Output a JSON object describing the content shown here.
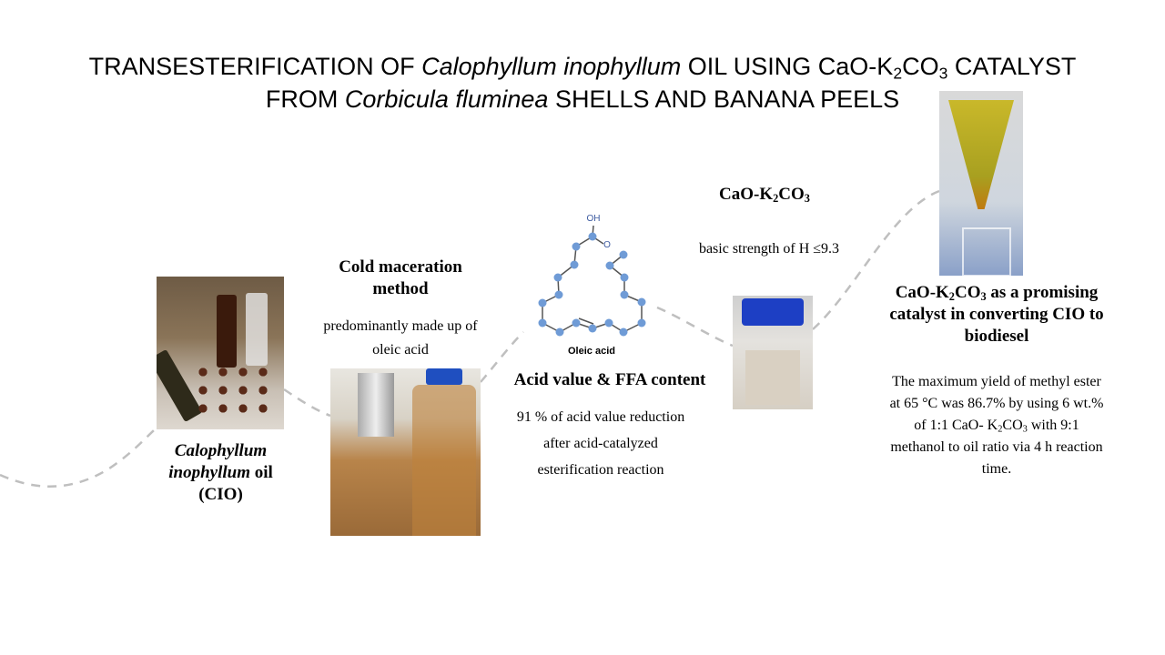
{
  "title": {
    "l1_a": "TRANSESTERIFICATION OF ",
    "l1_italic": "Calophyllum  inophyllum",
    "l1_b": "  OIL USING CaO-K",
    "l1_sub1": "2",
    "l1_c": "CO",
    "l1_sub2": "3",
    "l1_d": " CATALYST",
    "l2_a": "FROM ",
    "l2_italic": "Corbicula fluminea",
    "l2_b": " SHELLS AND BANANA PEELS"
  },
  "cio": {
    "italic": "Calophyllum inophyllum",
    "rest": " oil",
    "abbr": "(CIO)"
  },
  "maceration": {
    "heading": "Cold maceration method",
    "text": "predominantly made up of oleic acid"
  },
  "molecule": {
    "oh": "OH",
    "o": "O",
    "name": "Oleic acid",
    "atom_color": "#6f9bd6"
  },
  "acid": {
    "heading": "Acid value & FFA content",
    "text": "91 % of acid value reduction after acid-catalyzed esterification reaction"
  },
  "catalyst": {
    "a": "CaO-K",
    "sub1": "2",
    "b": "CO",
    "sub2": "3",
    "text": "basic strength of H ≤9.3"
  },
  "conclusion": {
    "a": "CaO-K",
    "sub1": "2",
    "b": "CO",
    "sub2": "3",
    "c": " as a promising  catalyst in converting  CIO to biodiesel",
    "t1": "The maximum  yield  of methyl ester at 65 °C was 86.7% by using 6 wt.% of 1:1 CaO- K",
    "t_sub1": "2",
    "t2": "CO",
    "t_sub2": "3",
    "t3": " with  9:1 methanol to oil ratio via 4 h reaction time."
  }
}
